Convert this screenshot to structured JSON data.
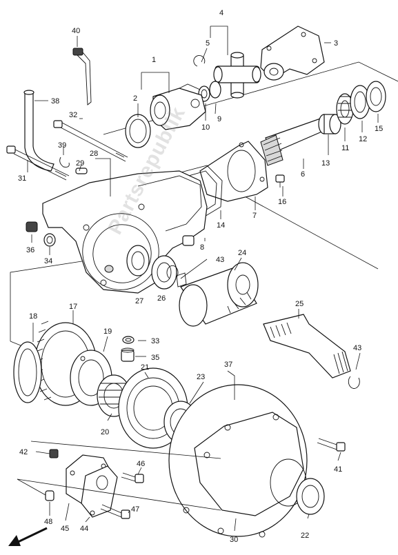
{
  "diagram": {
    "watermark": "Partsrepublik",
    "callouts": [
      {
        "id": "c1",
        "text": "1"
      },
      {
        "id": "c2",
        "text": "2"
      },
      {
        "id": "c3",
        "text": "3"
      },
      {
        "id": "c4",
        "text": "4"
      },
      {
        "id": "c5",
        "text": "5"
      },
      {
        "id": "c6",
        "text": "6"
      },
      {
        "id": "c7",
        "text": "7"
      },
      {
        "id": "c8",
        "text": "8"
      },
      {
        "id": "c9",
        "text": "9"
      },
      {
        "id": "c10",
        "text": "10"
      },
      {
        "id": "c11",
        "text": "11"
      },
      {
        "id": "c12",
        "text": "12"
      },
      {
        "id": "c13",
        "text": "13"
      },
      {
        "id": "c14",
        "text": "14"
      },
      {
        "id": "c15",
        "text": "15"
      },
      {
        "id": "c16",
        "text": "16"
      },
      {
        "id": "c17",
        "text": "17"
      },
      {
        "id": "c18",
        "text": "18"
      },
      {
        "id": "c19",
        "text": "19"
      },
      {
        "id": "c20",
        "text": "20"
      },
      {
        "id": "c21",
        "text": "21"
      },
      {
        "id": "c22",
        "text": "22"
      },
      {
        "id": "c23",
        "text": "23"
      },
      {
        "id": "c24",
        "text": "24"
      },
      {
        "id": "c25",
        "text": "25"
      },
      {
        "id": "c26",
        "text": "26"
      },
      {
        "id": "c27",
        "text": "27"
      },
      {
        "id": "c28",
        "text": "28"
      },
      {
        "id": "c29",
        "text": "29"
      },
      {
        "id": "c30",
        "text": "30"
      },
      {
        "id": "c31",
        "text": "31"
      },
      {
        "id": "c32",
        "text": "32"
      },
      {
        "id": "c33",
        "text": "33"
      },
      {
        "id": "c34",
        "text": "34"
      },
      {
        "id": "c35",
        "text": "35"
      },
      {
        "id": "c36",
        "text": "36"
      },
      {
        "id": "c37",
        "text": "37"
      },
      {
        "id": "c38",
        "text": "38"
      },
      {
        "id": "c39",
        "text": "39"
      },
      {
        "id": "c40",
        "text": "40"
      },
      {
        "id": "c41",
        "text": "41"
      },
      {
        "id": "c42",
        "text": "42"
      },
      {
        "id": "c43a",
        "text": "43"
      },
      {
        "id": "c43b",
        "text": "43"
      },
      {
        "id": "c44",
        "text": "44"
      },
      {
        "id": "c45",
        "text": "45"
      },
      {
        "id": "c46",
        "text": "46"
      },
      {
        "id": "c47",
        "text": "47"
      },
      {
        "id": "c48",
        "text": "48"
      }
    ]
  },
  "icons": {
    "front_arrow": "front-direction-arrow-icon"
  }
}
